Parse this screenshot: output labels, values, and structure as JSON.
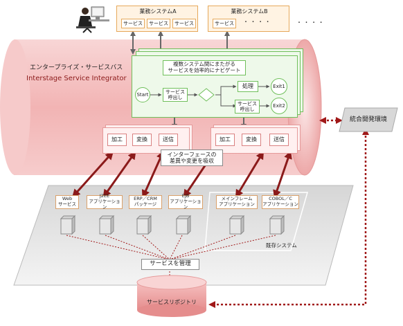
{
  "business_systems": {
    "a": {
      "title": "業務システムA",
      "services": [
        "サービス",
        "サービス",
        "サービス"
      ]
    },
    "b": {
      "title": "業務システムB",
      "services": [
        "サービス"
      ],
      "dots": "・ ・ ・ ・"
    },
    "more_dots": "・ ・ ・ ・"
  },
  "esb": {
    "title_jp": "エンタープライズ・サービスバス",
    "title_en": "Interstage Service Integrator"
  },
  "flow": {
    "caption": "複数システム間にまたがる\nサービスを効率的にナビゲート",
    "start": "Start",
    "call1": "サービス\n呼出し",
    "process": "処理",
    "call2": "サービス\n呼出し",
    "exit1": "Exit1",
    "exit2": "Exit2"
  },
  "interface": {
    "buttons": [
      "加工",
      "変換",
      "送信"
    ],
    "caption": "インターフェースの\n差異や変更を吸収"
  },
  "dev_env": "統合開発環境",
  "apps": [
    {
      "label": "Web\nサービス"
    },
    {
      "label": "J2EE\nアプリケーション"
    },
    {
      "label": "ERP／CRM\nパッケージ"
    },
    {
      "label": "EJB\nアプリケーション"
    },
    {
      "label": "メインフレーム\nアプリケーション"
    },
    {
      "label": "COBOL／C\nアプリケーション"
    }
  ],
  "existing_systems": "既存システム",
  "manage_services": "サービスを管理",
  "repository": "サービスリポジトリ",
  "colors": {
    "esb_pink": "#f7c7c7",
    "flow_green": "#6fbf5a",
    "system_orange": "#e6a85a",
    "arrow_brown": "#8b1a1a",
    "dotted_red": "#a01818"
  }
}
